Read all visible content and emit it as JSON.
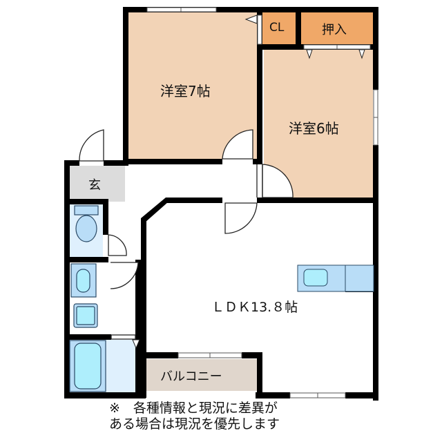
{
  "floor_plan": {
    "title": "Apartment floor plan (1LDK)",
    "rooms": [
      {
        "id": "western_room_1",
        "label": "洋室7帖",
        "type": "Western-style room",
        "size_jo": 7,
        "color": "#f2d3b6"
      },
      {
        "id": "western_room_2",
        "label": "洋室6帖",
        "type": "Western-style room",
        "size_jo": 6,
        "color": "#f2d3b6"
      },
      {
        "id": "closet",
        "label": "CL",
        "type": "Closet",
        "color": "#f0a868"
      },
      {
        "id": "oshiire",
        "label": "押入",
        "type": "Storage closet",
        "color": "#f0a868"
      },
      {
        "id": "entrance",
        "label": "玄",
        "type": "Entrance",
        "color": "#dcdcdc"
      },
      {
        "id": "ldk",
        "label": "ＬＤＫ13.８帖",
        "type": "Living/Dining/Kitchen",
        "size_jo": 13.8,
        "color": "#ffffff"
      },
      {
        "id": "balcony",
        "label": "バルコニー",
        "type": "Balcony",
        "color": "#e0d6cc"
      },
      {
        "id": "toilet",
        "label": "",
        "type": "Toilet",
        "color": "#dff0fd"
      },
      {
        "id": "washroom",
        "label": "",
        "type": "Washroom",
        "color": "#ffffff"
      },
      {
        "id": "bathroom",
        "label": "",
        "type": "Bathroom",
        "color": "#dff0fd"
      }
    ],
    "colors": {
      "wall": "#000000",
      "western_room": "#f2d3b6",
      "storage": "#f0a868",
      "entrance": "#dcdcdc",
      "balcony": "#e0d6cc",
      "wet_area": "#dff0fd",
      "fixture": "#b9ddf7",
      "fixture_inner": "#aeeefc"
    },
    "note": {
      "line1": "※　各種情報と現況に差異が",
      "line2": "ある場合は現況を優先します"
    }
  }
}
